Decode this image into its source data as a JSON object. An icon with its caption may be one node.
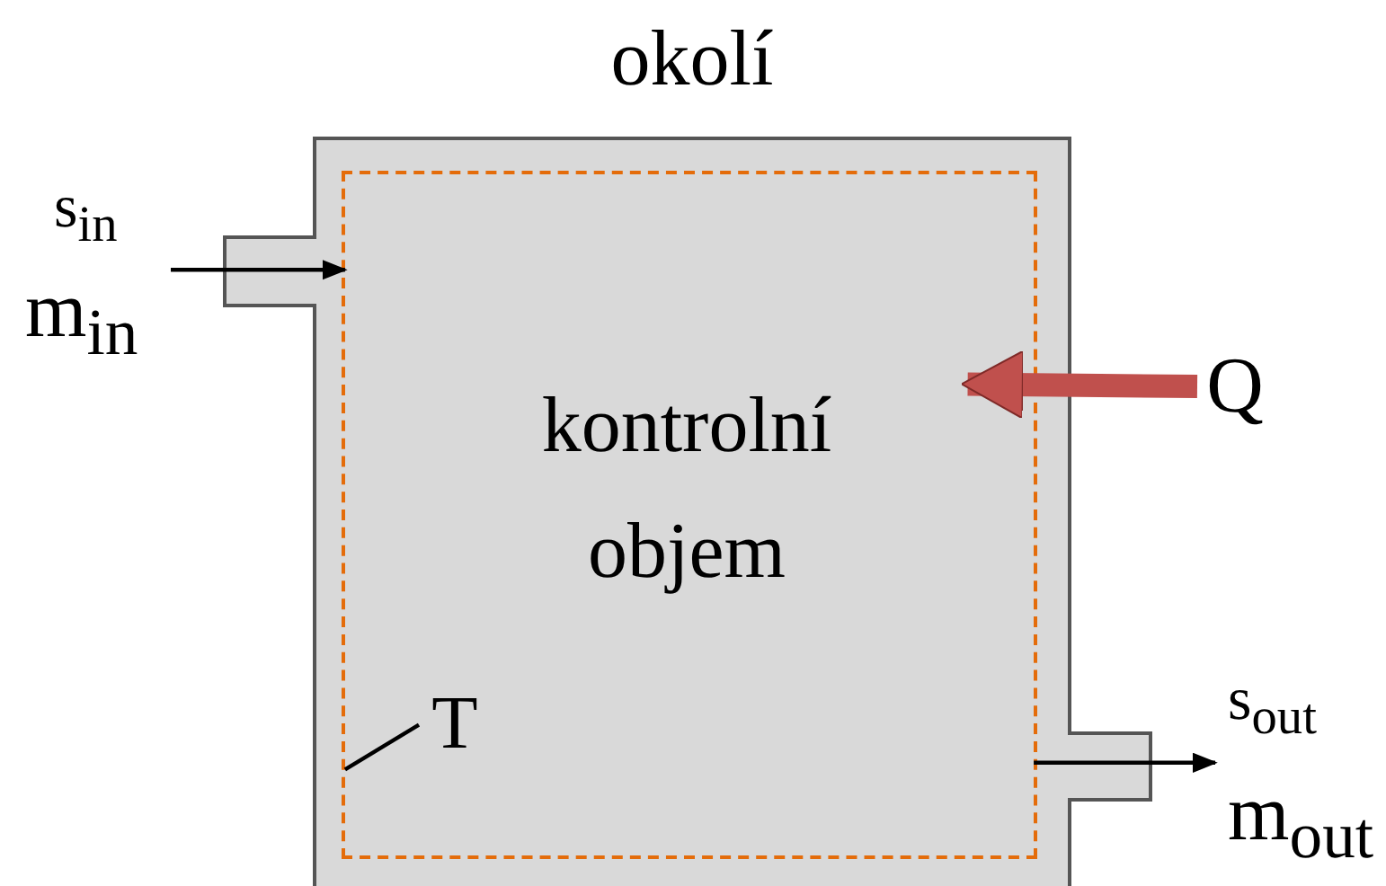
{
  "diagram": {
    "nodes": [
      {
        "text": [],
        "shape": "box"
      },
      {
        "text": [
          "kontrolní objem"
        ],
        "in": 0
      },
      {
        "text": [
          "T"
        ],
        "in": 1
      },
      {
        "text": [
          "Q"
        ]
      }
    ],
    "edges": [
      {
        "from": 2,
        "to": 1,
        "arrow": "none"
      },
      {
        "from": null,
        "to": 1,
        "arrow": "to"
      },
      {
        "from": 3,
        "to": 1,
        "arrow": "to",
        "style": "thick",
        "color": "#c0504d"
      },
      {
        "from": 1,
        "to": null,
        "arrow": "to"
      }
    ],
    "labels": [
      "okolí",
      "s$_{in}$",
      "m$_{in}$",
      "s$_{out}$",
      "m$_{out}$"
    ]
  }
}
